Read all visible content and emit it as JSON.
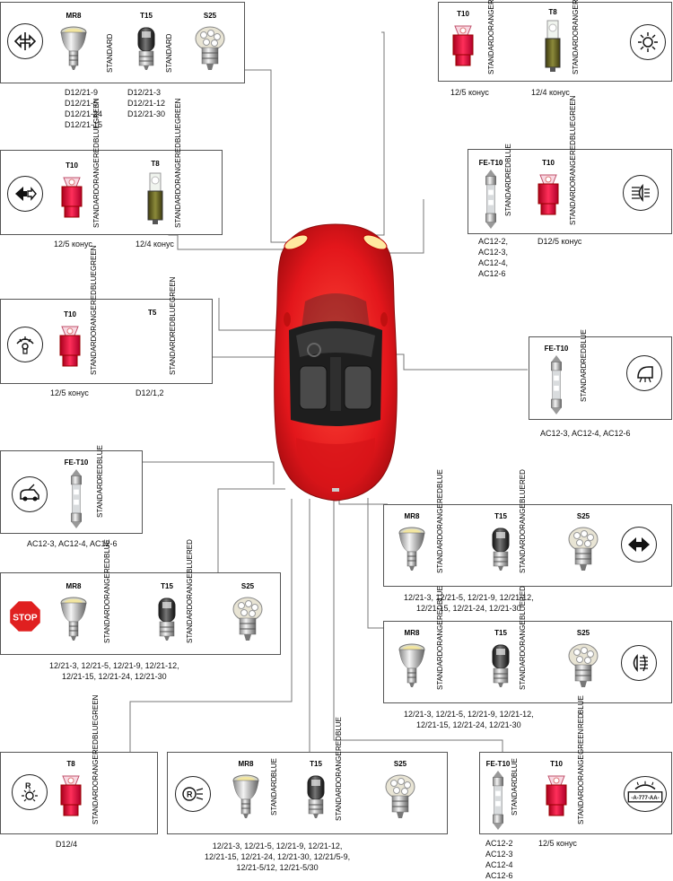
{
  "bulb_names": {
    "mr8": "MR8",
    "t15": "T15",
    "s25": "S25",
    "t10": "T10",
    "t8": "T8",
    "t5": "T5",
    "fe_t10": "FE-T10"
  },
  "colors": {
    "standard": "STANDARD",
    "orange": "ORANGE",
    "red": "RED",
    "blue": "BLUE",
    "green": "GREEN"
  },
  "captions": {
    "p1_a": [
      "D12/21-9",
      "D12/21-5",
      "D12/21-24",
      "D12/21-15"
    ],
    "p1_b": [
      "D12/21-3",
      "D12/21-12",
      "D12/21-30"
    ],
    "p2_a": "12/5 конус",
    "p2_b": "12/4 конус",
    "p3_a": "12/5 конус",
    "p3_b": "12/4 конус",
    "p4_a": [
      "AC12-2,",
      "AC12-3,",
      "AC12-4,",
      "AC12-6"
    ],
    "p4_b": "D12/5 конус",
    "p5_a": "12/5 конус",
    "p5_b": "D12/1,2",
    "p6": "AC12-3, AC12-4, AC12-6",
    "p7": "AC12-3, AC12-4, AC12-6",
    "p8": [
      "12/21-3, 12/21-5, 12/21-9, 12/21-12,",
      "12/21-15, 12/21-24, 12/21-30"
    ],
    "p9": [
      "12/21-3, 12/21-5, 12/21-9, 12/21-12,",
      "12/21-15,  12/21-24, 12/21-30"
    ],
    "p10": [
      "12/21-3, 12/21-5, 12/21-9, 12/21-12,",
      "12/21-15, 12/21-24, 12/21-30"
    ],
    "p11": "D12/4",
    "p12": [
      "12/21-3, 12/21-5, 12/21-9, 12/21-12,",
      "12/21-15, 12/21-24, 12/21-30, 12/21/5-9,",
      "12/21-5/12, 12/21-5/30"
    ],
    "p13_a": [
      "AC12-2",
      "AC12-3",
      "AC12-4",
      "AC12-6"
    ],
    "p13_b": "12/5 конус"
  },
  "icon_text": {
    "stop": "STOP",
    "reverse": "R",
    "plate": "-A-777-AA-"
  },
  "icon_colors": {
    "stop": "#e02020",
    "car_body": "#e3161b"
  }
}
